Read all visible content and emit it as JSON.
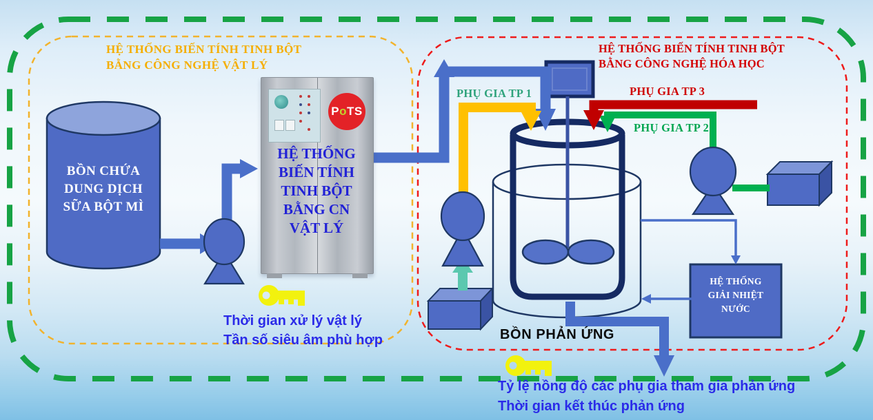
{
  "physical_system": {
    "title_line1": "HỆ THỐNG BIẾN TÍNH TINH BỘT",
    "title_line2": "BẰNG CÔNG NGHỆ VẬT LÝ",
    "storage_tank_line1": "BỒN CHỨA",
    "storage_tank_line2": "DUNG DỊCH",
    "storage_tank_line3": "SỮA BỘT MÌ",
    "cabinet_logo_p": "P",
    "cabinet_logo_o": "o",
    "cabinet_logo_ts": "TS",
    "cabinet_line1": "HỆ THỐNG",
    "cabinet_line2": "BIẾN TÍNH",
    "cabinet_line3": "TINH BỘT",
    "cabinet_line4": "BẰNG CN",
    "cabinet_line5": "VẬT LÝ",
    "key_note_line1": "Thời gian xử lý vật lý",
    "key_note_line2": "Tần số siêu âm phù hợp"
  },
  "chemical_system": {
    "title_line1": "HỆ THỐNG BIẾN TÍNH TINH BỘT",
    "title_line2": "BẰNG CÔNG NGHỆ HÓA HỌC",
    "additive_tp1_label": "PHỤ GIA TP 1",
    "additive_tp2_label": "PHỤ GIA TP 2",
    "additive_tp3_label": "PHỤ GIA TP 3",
    "reactor_label": "BỒN PHẢN ỨNG",
    "cooling_box_line1": "HỆ THỐNG",
    "cooling_box_line2": "GIẢI NHIỆT",
    "cooling_box_line3": "NƯỚC",
    "key_note_line1": "Tỷ lệ nồng độ các phụ gia tham gia phản ứng",
    "key_note_line2": "Thời gian kết thúc phản ứng"
  },
  "colors": {
    "outer_border_green": "#17a345",
    "physical_border_yellow": "#f2b32c",
    "chemical_border_red": "#ee1b1b",
    "pipe_blue": "#4a6fc9",
    "shape_blue": "#4f6bc5",
    "additive1_pipe_orange": "#ffc000",
    "additive2_pipe_green": "#00b050",
    "additive3_pipe_red": "#c00000",
    "mint_arrow": "#5bc8af",
    "key_yellow": "#f2f20e",
    "logo_red": "#e32227"
  }
}
